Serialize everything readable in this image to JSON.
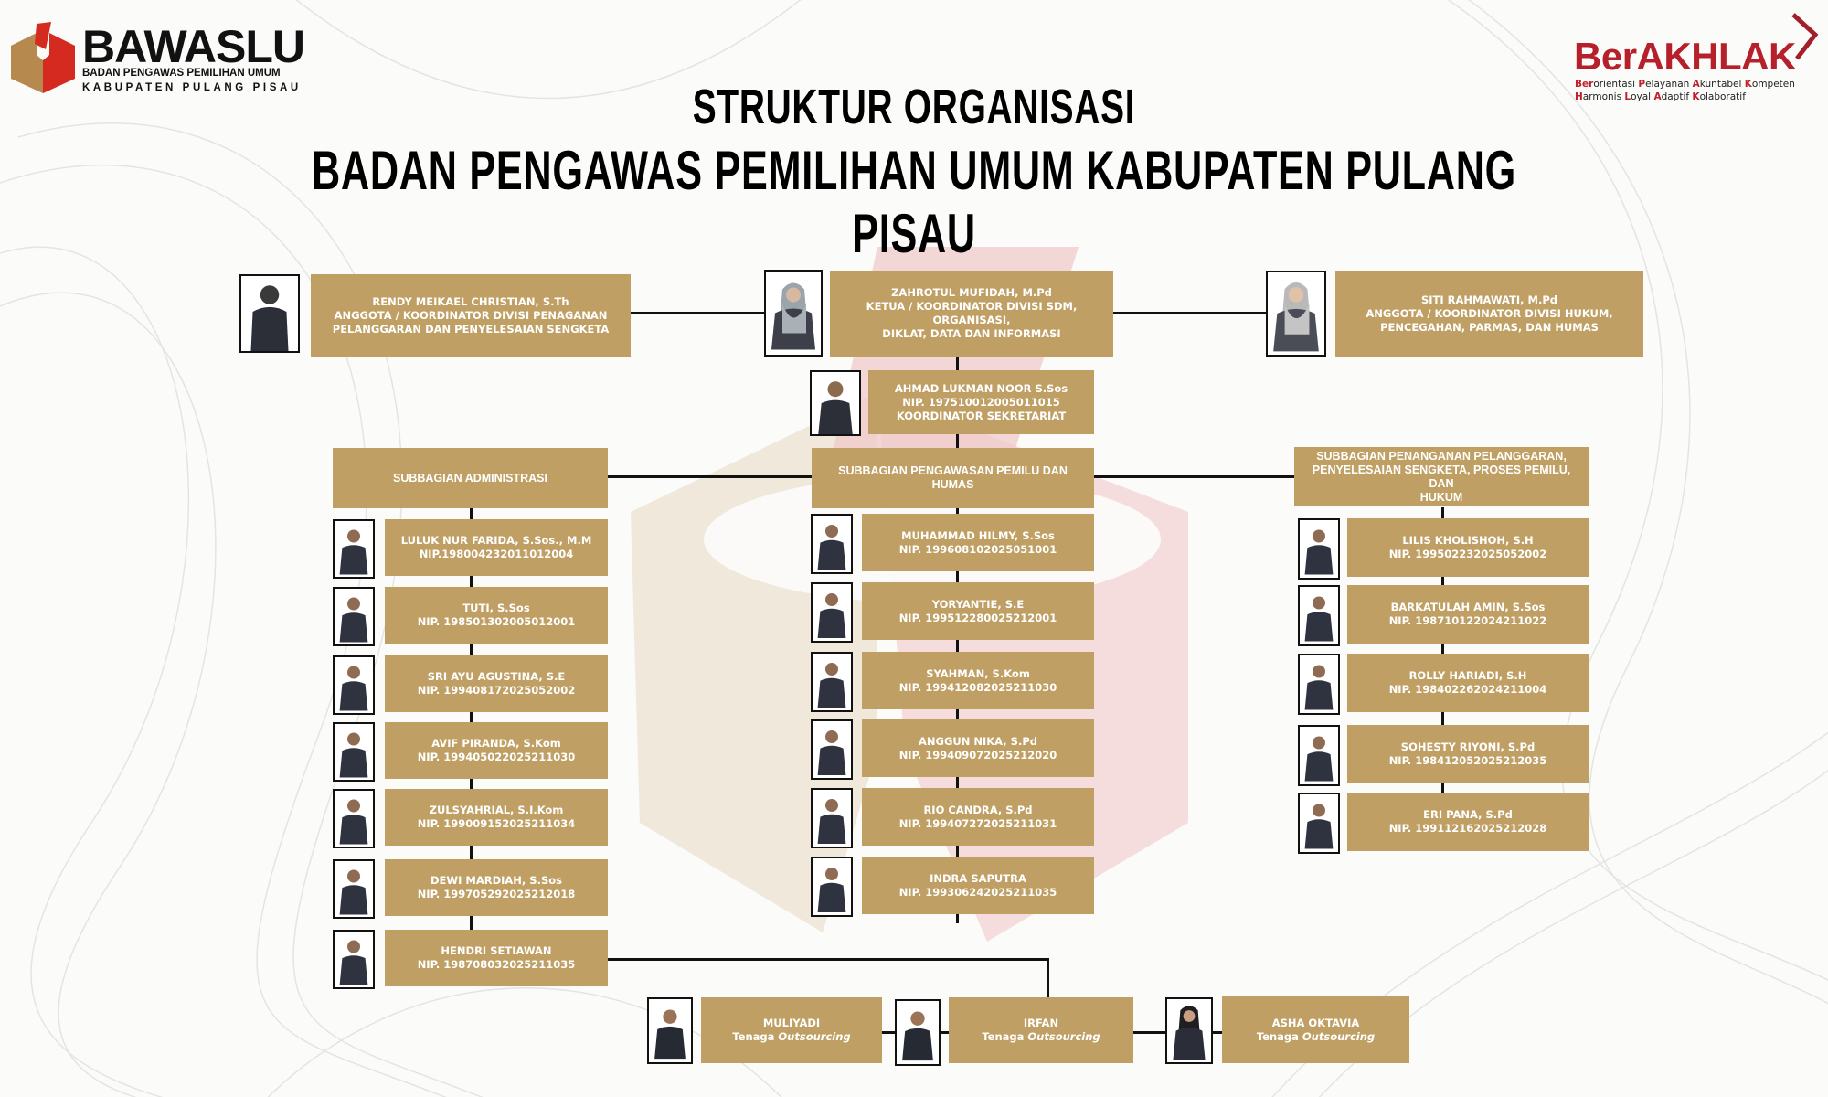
{
  "header": {
    "left_logo": {
      "brand": "BAWASLU",
      "subtitle_line1": "BADAN PENGAWAS PEMILIHAN UMUM",
      "subtitle_line2": "KABUPATEN PULANG PISAU",
      "icon": "ballot-box-logo-icon"
    },
    "right_logo": {
      "brand": "BerAKHLAK",
      "tagline_line1": [
        {
          "text": "Ber",
          "hl": true
        },
        {
          "text": "orientasi ",
          "hl": false
        },
        {
          "text": "P",
          "hl": true
        },
        {
          "text": "elayanan ",
          "hl": false
        },
        {
          "text": "A",
          "hl": true
        },
        {
          "text": "kuntabel ",
          "hl": false
        },
        {
          "text": "K",
          "hl": true
        },
        {
          "text": "ompeten",
          "hl": false
        }
      ],
      "tagline_line2": [
        {
          "text": "H",
          "hl": true
        },
        {
          "text": "armonis ",
          "hl": false
        },
        {
          "text": "L",
          "hl": true
        },
        {
          "text": "oyal ",
          "hl": false
        },
        {
          "text": "A",
          "hl": true
        },
        {
          "text": "daptif ",
          "hl": false
        },
        {
          "text": "K",
          "hl": true
        },
        {
          "text": "olaboratif",
          "hl": false
        }
      ],
      "icon": "chevron-right-icon"
    },
    "title_line1": "STRUKTUR ORGANISASI",
    "title_line2": "BADAN PENGAWAS PEMILIHAN UMUM KABUPATEN PULANG PISAU"
  },
  "colors": {
    "box": "#bf9f63",
    "text_on_box": "#ffffff",
    "line": "#111111",
    "bawaslu_red": "#d42a1f",
    "bawaslu_gold": "#b68a4f",
    "berakhlak_red": "#b5202b"
  },
  "leadership": {
    "left": {
      "name": "RENDY MEIKAEL CHRISTIAN, S.Th",
      "role_line1": "ANGGOTA / KOORDINATOR DIVISI PENAGANAN",
      "role_line2": "PELANGGARAN DAN PENYELESAIAN SENGKETA"
    },
    "center": {
      "name": "ZAHROTUL MUFIDAH, M.Pd",
      "role_line1": "KETUA / KOORDINATOR DIVISI SDM, ORGANISASI,",
      "role_line2": "DIKLAT, DATA DAN INFORMASI"
    },
    "right": {
      "name": "SITI RAHMAWATI, M.Pd",
      "role_line1": "ANGGOTA / KOORDINATOR DIVISI HUKUM,",
      "role_line2": "PENCEGAHAN, PARMAS, DAN HUMAS"
    }
  },
  "secretariat": {
    "name": "AHMAD LUKMAN NOOR S.Sos",
    "nip": "NIP. 197510012005011015",
    "role": "KOORDINATOR SEKRETARIAT"
  },
  "subdivisions": [
    {
      "title": "SUBBAGIAN ADMINISTRASI",
      "members": [
        {
          "name": "LULUK NUR FARIDA, S.Sos., M.M",
          "nip": "NIP.198004232011012004"
        },
        {
          "name": "TUTI, S.Sos",
          "nip": "NIP. 198501302005012001"
        },
        {
          "name": "SRI AYU AGUSTINA, S.E",
          "nip": "NIP. 199408172025052002"
        },
        {
          "name": "AVIF PIRANDA, S.Kom",
          "nip": "NIP. 199405022025211030"
        },
        {
          "name": "ZULSYAHRIAL, S.I.Kom",
          "nip": "NIP. 199009152025211034"
        },
        {
          "name": "DEWI MARDIAH, S.Sos",
          "nip": "NIP. 199705292025212018"
        },
        {
          "name": "HENDRI SETIAWAN",
          "nip": "NIP. 198708032025211035"
        }
      ]
    },
    {
      "title": "SUBBAGIAN PENGAWASAN PEMILU DAN HUMAS",
      "members": [
        {
          "name": "MUHAMMAD HILMY, S.Sos",
          "nip": "NIP. 199608102025051001"
        },
        {
          "name": "YORYANTIE, S.E",
          "nip": "NIP. 199512280025212001"
        },
        {
          "name": "SYAHMAN, S.Kom",
          "nip": "NIP. 199412082025211030"
        },
        {
          "name": "ANGGUN NIKA, S.Pd",
          "nip": "NIP. 199409072025212020"
        },
        {
          "name": "RIO CANDRA, S.Pd",
          "nip": "NIP. 199407272025211031"
        },
        {
          "name": "INDRA SAPUTRA",
          "nip": "NIP. 199306242025211035"
        }
      ]
    },
    {
      "title_line1": "SUBBAGIAN PENANGANAN PELANGGARAN,",
      "title_line2": "PENYELESAIAN SENGKETA, PROSES PEMILU, DAN",
      "title_line3": "HUKUM",
      "members": [
        {
          "name": "LILIS KHOLISHOH, S.H",
          "nip": "NIP. 199502232025052002"
        },
        {
          "name": "BARKATULAH AMIN, S.Sos",
          "nip": "NIP. 198710122024211022"
        },
        {
          "name": "ROLLY HARIADI, S.H",
          "nip": "NIP. 198402262024211004"
        },
        {
          "name": "SOHESTY RIYONI, S.Pd",
          "nip": "NIP. 198412052025212035"
        },
        {
          "name": "ERI PANA, S.Pd",
          "nip": "NIP. 199112162025212028"
        }
      ]
    }
  ],
  "outsourcing": [
    {
      "name": "MULIYADI",
      "role_prefix": "Tenaga ",
      "role_italic": "Outsourcing"
    },
    {
      "name": "IRFAN",
      "role_prefix": "Tenaga ",
      "role_italic": "Outsourcing"
    },
    {
      "name": "ASHA OKTAVIA",
      "role_prefix": "Tenaga ",
      "role_italic": "Outsourcing"
    }
  ]
}
